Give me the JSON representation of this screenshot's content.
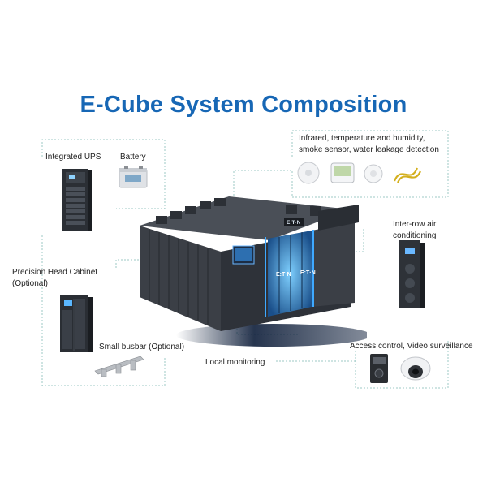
{
  "title": "E-Cube System Composition",
  "labels": {
    "integrated_ups": "Integrated UPS",
    "battery": "Battery",
    "precision_head_cabinet_line1": "Precision Head Cabinet",
    "precision_head_cabinet_line2": "(Optional)",
    "small_busbar": "Small busbar (Optional)",
    "local_monitoring": "Local monitoring",
    "sensors_line1": "Infrared, temperature and humidity,",
    "sensors_line2": "smoke sensor, water leakage detection",
    "inter_row_ac_line1": "Inter-row air",
    "inter_row_ac_line2": "conditioning",
    "access_video": "Access control, Video surveillance"
  },
  "brand_marks": {
    "top_logo": "E:T·N",
    "door_logo_left": "E:T·N",
    "door_logo_right": "E:T·N"
  },
  "colors": {
    "title": "#1767b5",
    "cabinet": "#3b3f46",
    "cabinet_dark": "#25282e",
    "glow": "#3fa9ff",
    "leader_line": "#9ec9c5",
    "floor": "#0e1e3a"
  }
}
